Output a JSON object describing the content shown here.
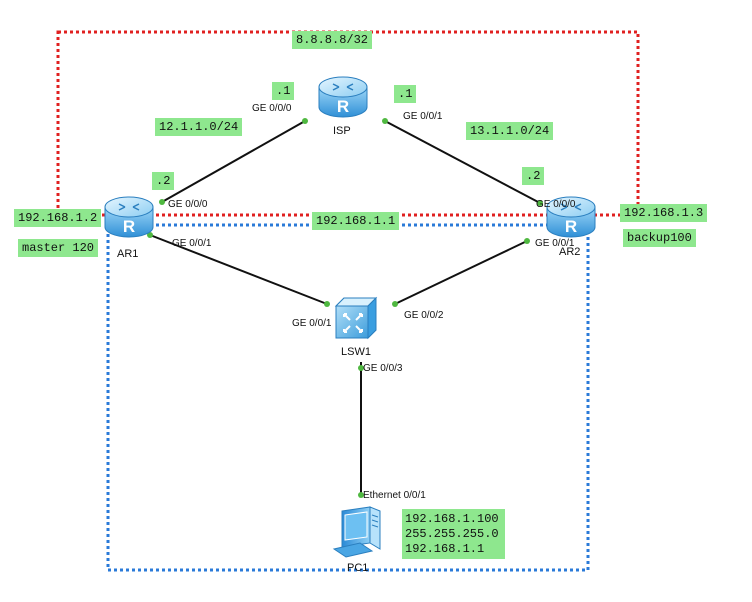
{
  "devices": {
    "isp": {
      "name": "ISP"
    },
    "ar1": {
      "name": "AR1"
    },
    "ar2": {
      "name": "AR2"
    },
    "lsw1": {
      "name": "LSW1"
    },
    "pc1": {
      "name": "PC1"
    }
  },
  "ports": {
    "isp_g000": "GE 0/0/0",
    "isp_g001": "GE 0/0/1",
    "ar1_g000": "GE 0/0/0",
    "ar1_g001": "GE 0/0/1",
    "ar2_g000": "GE 0/0/0",
    "ar2_g001": "GE 0/0/1",
    "lsw1_g001": "GE 0/0/1",
    "lsw1_g002": "GE 0/0/2",
    "lsw1_g003": "GE 0/0/3",
    "pc1_eth001": "Ethernet 0/0/1"
  },
  "labels": {
    "isp_loopback": "8.8.8.8/32",
    "isp_left_host": ".1",
    "isp_right_host": ".1",
    "net_isp_ar1": "12.1.1.0/24",
    "net_isp_ar2": "13.1.1.0/24",
    "ar1_wan_host": ".2",
    "ar2_wan_host": ".2",
    "ar1_lan_ip": "192.168.1.2",
    "ar1_role": "master 120",
    "virtual_ip": "192.168.1.1",
    "ar2_lan_ip": "192.168.1.3",
    "ar2_role": "backup100",
    "pc_ip": "192.168.1.100",
    "pc_mask": "255.255.255.0",
    "pc_gateway": "192.168.1.1"
  },
  "colors": {
    "wan_zone": "#e02020",
    "lan_zone": "#2a7ad8",
    "label_bg": "#8ee78e",
    "link": "#111111",
    "port_dot": "#4fb840",
    "router_blue": "#3a9fe0",
    "switch_blue": "#4ab4ec"
  },
  "icons": {
    "router": "router-icon",
    "switch": "switch-icon",
    "pc": "pc-icon"
  }
}
